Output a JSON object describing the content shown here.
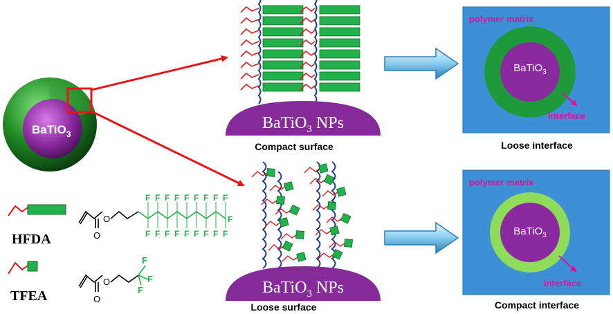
{
  "core_particle": {
    "label": "BaTiO",
    "subscript": "3"
  },
  "surfaces": [
    {
      "np_label": "BaTiO",
      "np_subscript": "3",
      "np_suffix": " NPs",
      "caption": "Compact surface"
    },
    {
      "np_label": "BaTiO",
      "np_subscript": "3",
      "np_suffix": " NPs",
      "caption": "Loose surface"
    }
  ],
  "composites": [
    {
      "matrix_label": "polymer matrix",
      "core_label": "BaTiO",
      "core_subscript": "3",
      "interface_label": "interface",
      "caption": "Loose interface"
    },
    {
      "matrix_label": "polymer matrix",
      "core_label": "BaTiO",
      "core_subscript": "3",
      "interface_label": "interface",
      "caption": "Compact interface"
    }
  ],
  "monomers": [
    {
      "abbr": "HFDA",
      "fluorine_symbol": "F",
      "ester_oxygen": "O",
      "carbonyl_oxygen": "O"
    },
    {
      "abbr": "TFEA",
      "fluorine_symbol": "F",
      "ester_oxygen": "O",
      "carbonyl_oxygen": "O"
    }
  ],
  "colors": {
    "shell_green": "#1f8a24",
    "chain_green": "#22b14c",
    "core_purple": "#8b2a9f",
    "matrix_blue": "#3d8fd6",
    "pointer_red": "#e8161a",
    "label_magenta": "#e0109a",
    "chain_blue": "#1d3c8a",
    "light_green_ring": "#8fdc5a"
  }
}
